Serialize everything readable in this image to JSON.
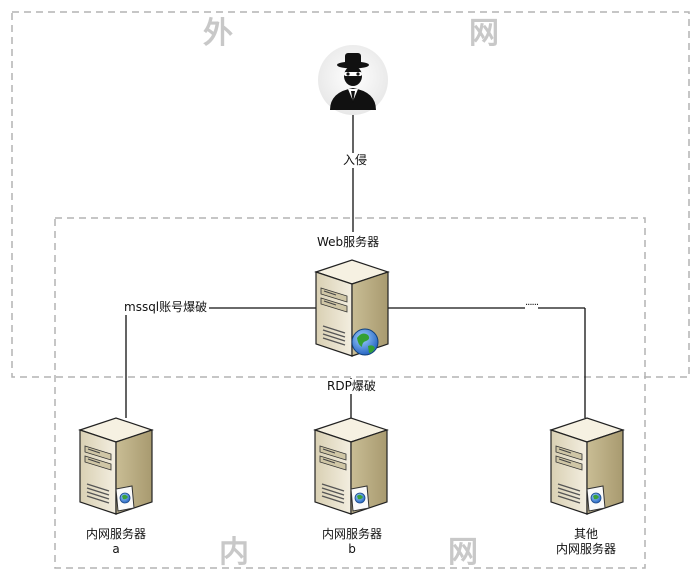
{
  "zones": {
    "outer_label_1": "外",
    "outer_label_2": "网",
    "inner_label_1": "内",
    "inner_label_2": "网"
  },
  "edges": {
    "intrusion": "入侵",
    "mssql_brute": "mssql账号爆破",
    "rdp_brute": "RDP爆破",
    "ellipsis": "······"
  },
  "nodes": {
    "web_server": "Web服务器",
    "server_a_line1": "内网服务器",
    "server_a_line2": "a",
    "server_b_line1": "内网服务器",
    "server_b_line2": "b",
    "server_other_line1": "其他",
    "server_other_line2": "内网服务器"
  }
}
